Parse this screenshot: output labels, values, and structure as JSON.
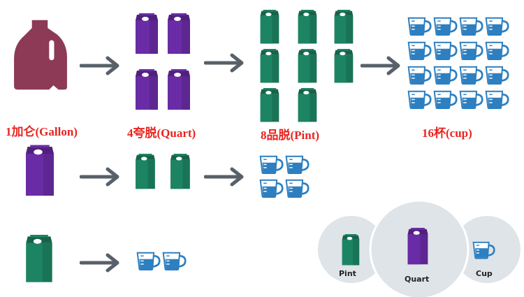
{
  "labels": {
    "gallon": "1加仑(Gallon)",
    "quart": "4夸脱(Quart)",
    "pint": "8品脱(Pint)",
    "cup": "16杯(cup)"
  },
  "legend": {
    "pint": "Pint",
    "quart": "Quart",
    "cup": "Cup"
  },
  "colors": {
    "gallon": "#8c3a55",
    "quart": "#6a2ca6",
    "pint": "#1d8463",
    "cup": "#2d7fc0",
    "arrow": "#58616a",
    "legend_bg": "#dfe4e9"
  },
  "icons": {
    "gallon": "milk-jug-icon",
    "quart": "quart-carton-icon",
    "pint": "pint-carton-icon",
    "cup": "measuring-cup-icon",
    "arrow": "right-arrow-icon"
  }
}
